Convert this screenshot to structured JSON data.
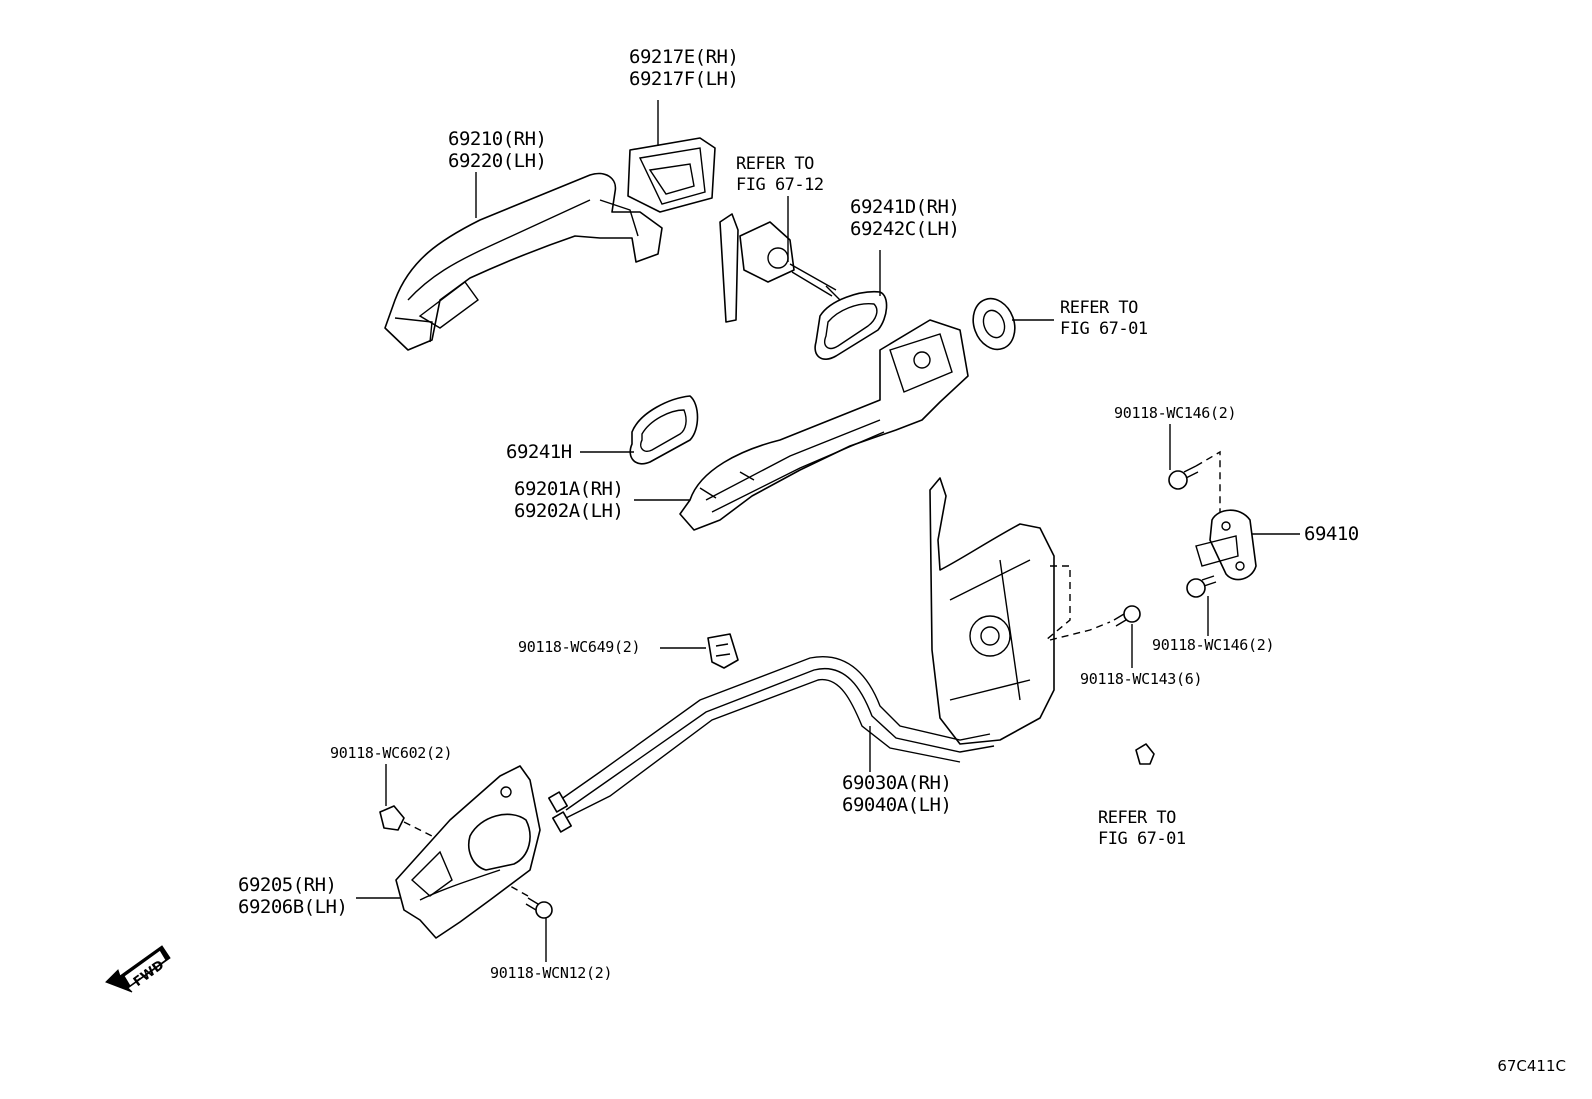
{
  "diagram": {
    "labels": {
      "outer_handle_cover": [
        "69217E(RH)",
        "69217F(LH)"
      ],
      "outer_handle": [
        "69210(RH)",
        "69220(LH)"
      ],
      "key_cylinder_ref": [
        "REFER TO",
        "FIG 67-12"
      ],
      "gasket_front": [
        "69241D(RH)",
        "69242C(LH)"
      ],
      "grommet_ref": [
        "REFER TO",
        "FIG 67-01"
      ],
      "gasket_rear": "69241H",
      "handle_frame": [
        "69201A(RH)",
        "69202A(LH)"
      ],
      "striker_screw_top": "90118-WC146(2)",
      "striker": "69410",
      "striker_screw_bottom": "90118-WC146(2)",
      "lock_screw": "90118-WC143(6)",
      "clamp": "90118-WC649(2)",
      "door_lock": [
        "69030A(RH)",
        "69040A(LH)"
      ],
      "clip": "90118-WC602(2)",
      "plug_ref": [
        "REFER TO",
        "FIG 67-01"
      ],
      "inside_handle": [
        "69205(RH)",
        "69206B(LH)"
      ],
      "inside_handle_screw": "90118-WCN12(2)"
    },
    "fwd_text": "FWD",
    "figure_code": "67C411C"
  }
}
